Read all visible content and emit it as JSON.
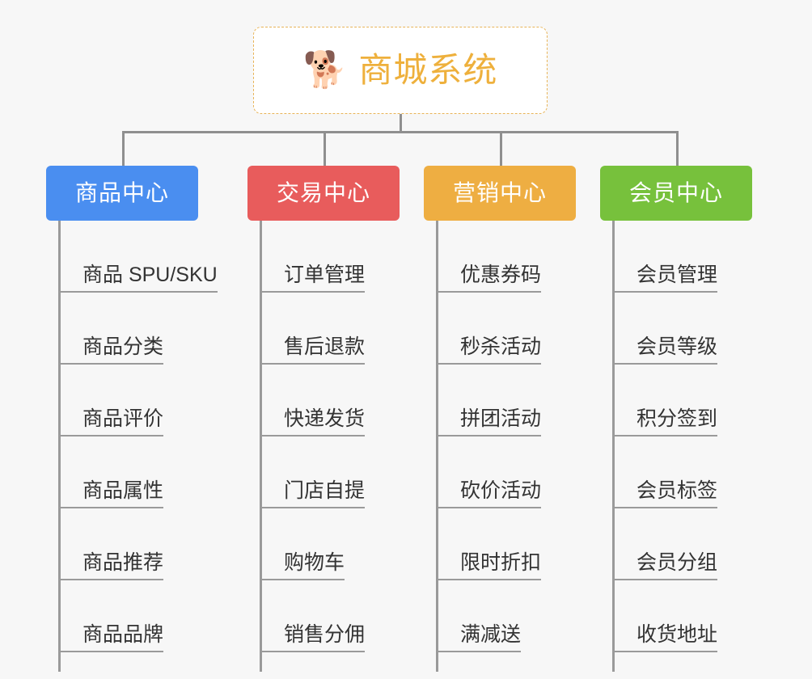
{
  "diagram": {
    "type": "mind-map",
    "background_color": "#f7f7f7",
    "root": {
      "icon": "dog-face-icon",
      "icon_glyph": "🐕",
      "title": "商城系统",
      "text_color": "#eeb03c",
      "border_color": "#e8b458",
      "background_color": "#ffffff"
    },
    "connector_color": "#8f8f8f",
    "categories": [
      {
        "label": "商品中心",
        "color": "#4a8ef0",
        "items": [
          "商品 SPU/SKU",
          "商品分类",
          "商品评价",
          "商品属性",
          "商品推荐",
          "商品品牌"
        ]
      },
      {
        "label": "交易中心",
        "color": "#e85c5c",
        "items": [
          "订单管理",
          "售后退款",
          "快递发货",
          "门店自提",
          "购物车",
          "销售分佣"
        ]
      },
      {
        "label": "营销中心",
        "color": "#eeae42",
        "items": [
          "优惠券码",
          "秒杀活动",
          "拼团活动",
          "砍价活动",
          "限时折扣",
          "满减送"
        ]
      },
      {
        "label": "会员中心",
        "color": "#77c13c",
        "items": [
          "会员管理",
          "会员等级",
          "积分签到",
          "会员标签",
          "会员分组",
          "收货地址"
        ]
      }
    ]
  }
}
